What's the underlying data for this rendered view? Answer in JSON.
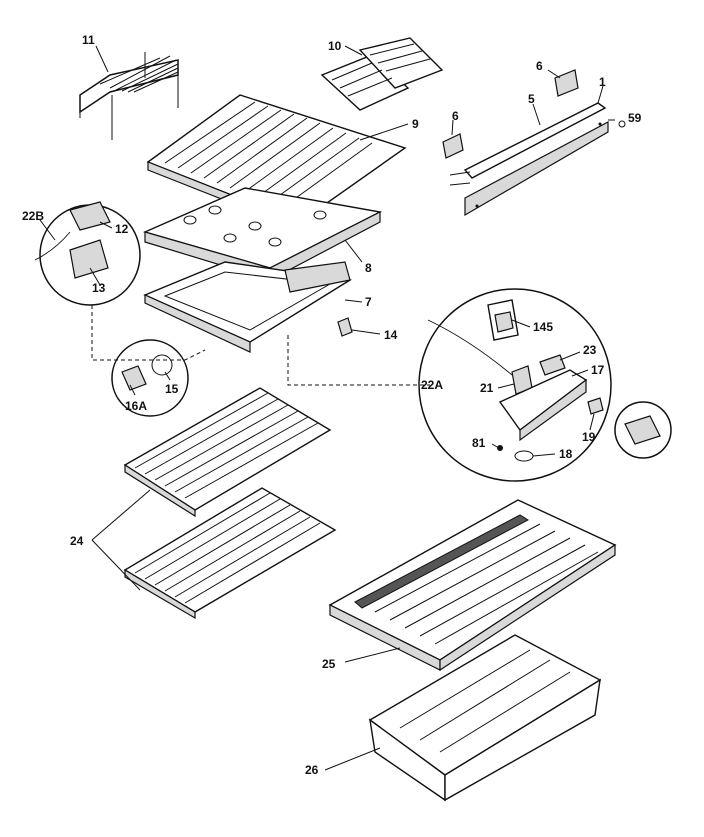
{
  "diagram": {
    "labels": {
      "p1": "1",
      "p5": "5",
      "p6a": "6",
      "p6b": "6",
      "p7": "7",
      "p8": "8",
      "p9": "9",
      "p10": "10",
      "p11": "11",
      "p12": "12",
      "p13": "13",
      "p14": "14",
      "p15": "15",
      "p16a": "16A",
      "p17": "17",
      "p18": "18",
      "p19": "19",
      "p21": "21",
      "p22a": "22A",
      "p22b": "22B",
      "p23": "23",
      "p24": "24",
      "p25": "25",
      "p26": "26",
      "p59": "59",
      "p81": "81",
      "p145": "145"
    }
  }
}
